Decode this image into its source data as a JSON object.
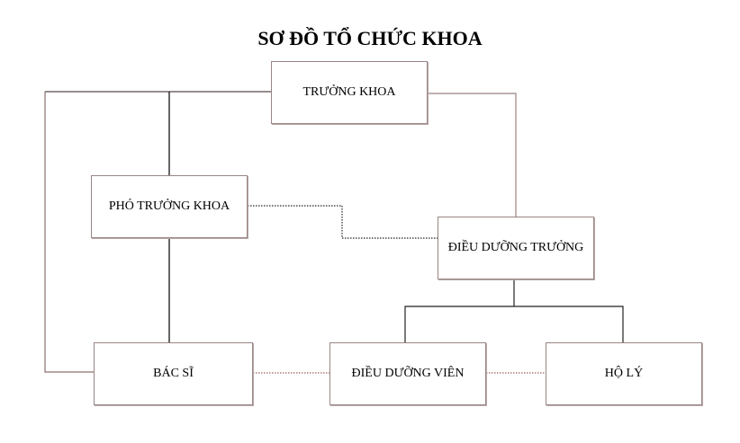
{
  "title": "SƠ ĐỒ TỔ CHỨC KHOA",
  "nodes": {
    "truong_khoa": "TRƯỞNG KHOA",
    "pho_truong_khoa": "PHÓ TRƯỞNG KHOA",
    "dieu_duong_truong": "ĐIỀU DƯỠNG TRƯỞNG",
    "bac_si": "BÁC SĨ",
    "dieu_duong_vien": "ĐIỀU DƯỠNG VIÊN",
    "ho_ly": "HỘ LÝ"
  }
}
